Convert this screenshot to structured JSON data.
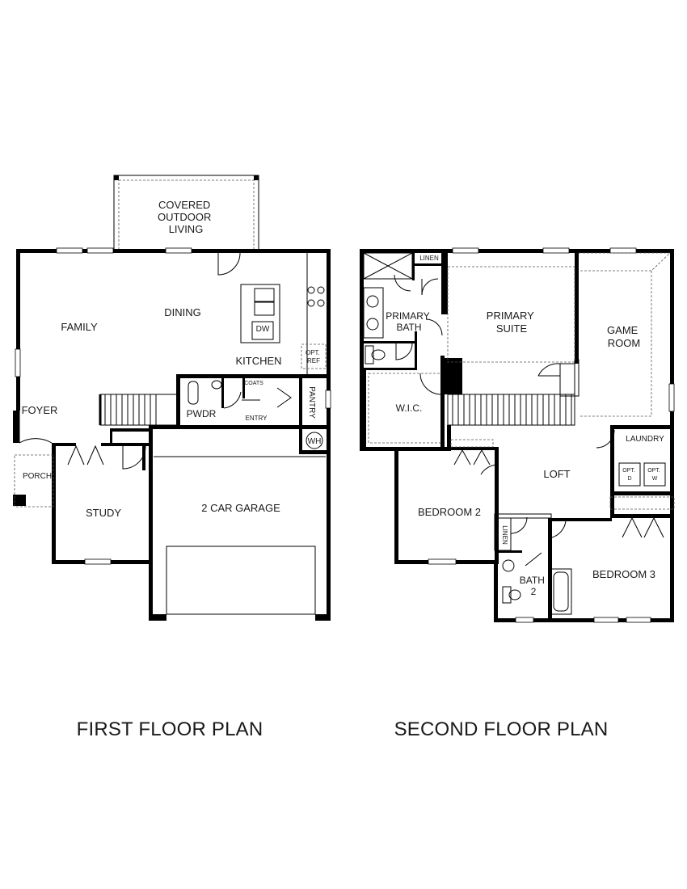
{
  "first_floor": {
    "title": "FIRST FLOOR PLAN",
    "rooms": {
      "covered_outdoor_living": [
        "COVERED",
        "OUTDOOR",
        "LIVING"
      ],
      "family": "FAMILY",
      "dining": "DINING",
      "kitchen": "KITCHEN",
      "dw": "DW",
      "opt_ref": [
        "OPT.",
        "REF"
      ],
      "foyer": "FOYER",
      "porch": "PORCH",
      "study": "STUDY",
      "pwdr": "PWDR",
      "coats": "COATS",
      "entry": "ENTRY",
      "pantry": "PANTRY",
      "wh": "WH",
      "garage": "2 CAR GARAGE"
    }
  },
  "second_floor": {
    "title": "SECOND FLOOR PLAN",
    "rooms": {
      "linen_top": "LINEN",
      "primary_bath": [
        "PRIMARY",
        "BATH"
      ],
      "primary_suite": [
        "PRIMARY",
        "SUITE"
      ],
      "game_room": [
        "GAME",
        "ROOM"
      ],
      "wic": "W.I.C.",
      "laundry": "LAUNDRY",
      "opt_d": [
        "OPT.",
        "D"
      ],
      "opt_w": [
        "OPT.",
        "W"
      ],
      "loft": "LOFT",
      "bedroom_2": "BEDROOM 2",
      "bedroom_3": "BEDROOM 3",
      "linen_bottom": "LINEN",
      "bath_2": [
        "BATH",
        "2"
      ]
    }
  }
}
